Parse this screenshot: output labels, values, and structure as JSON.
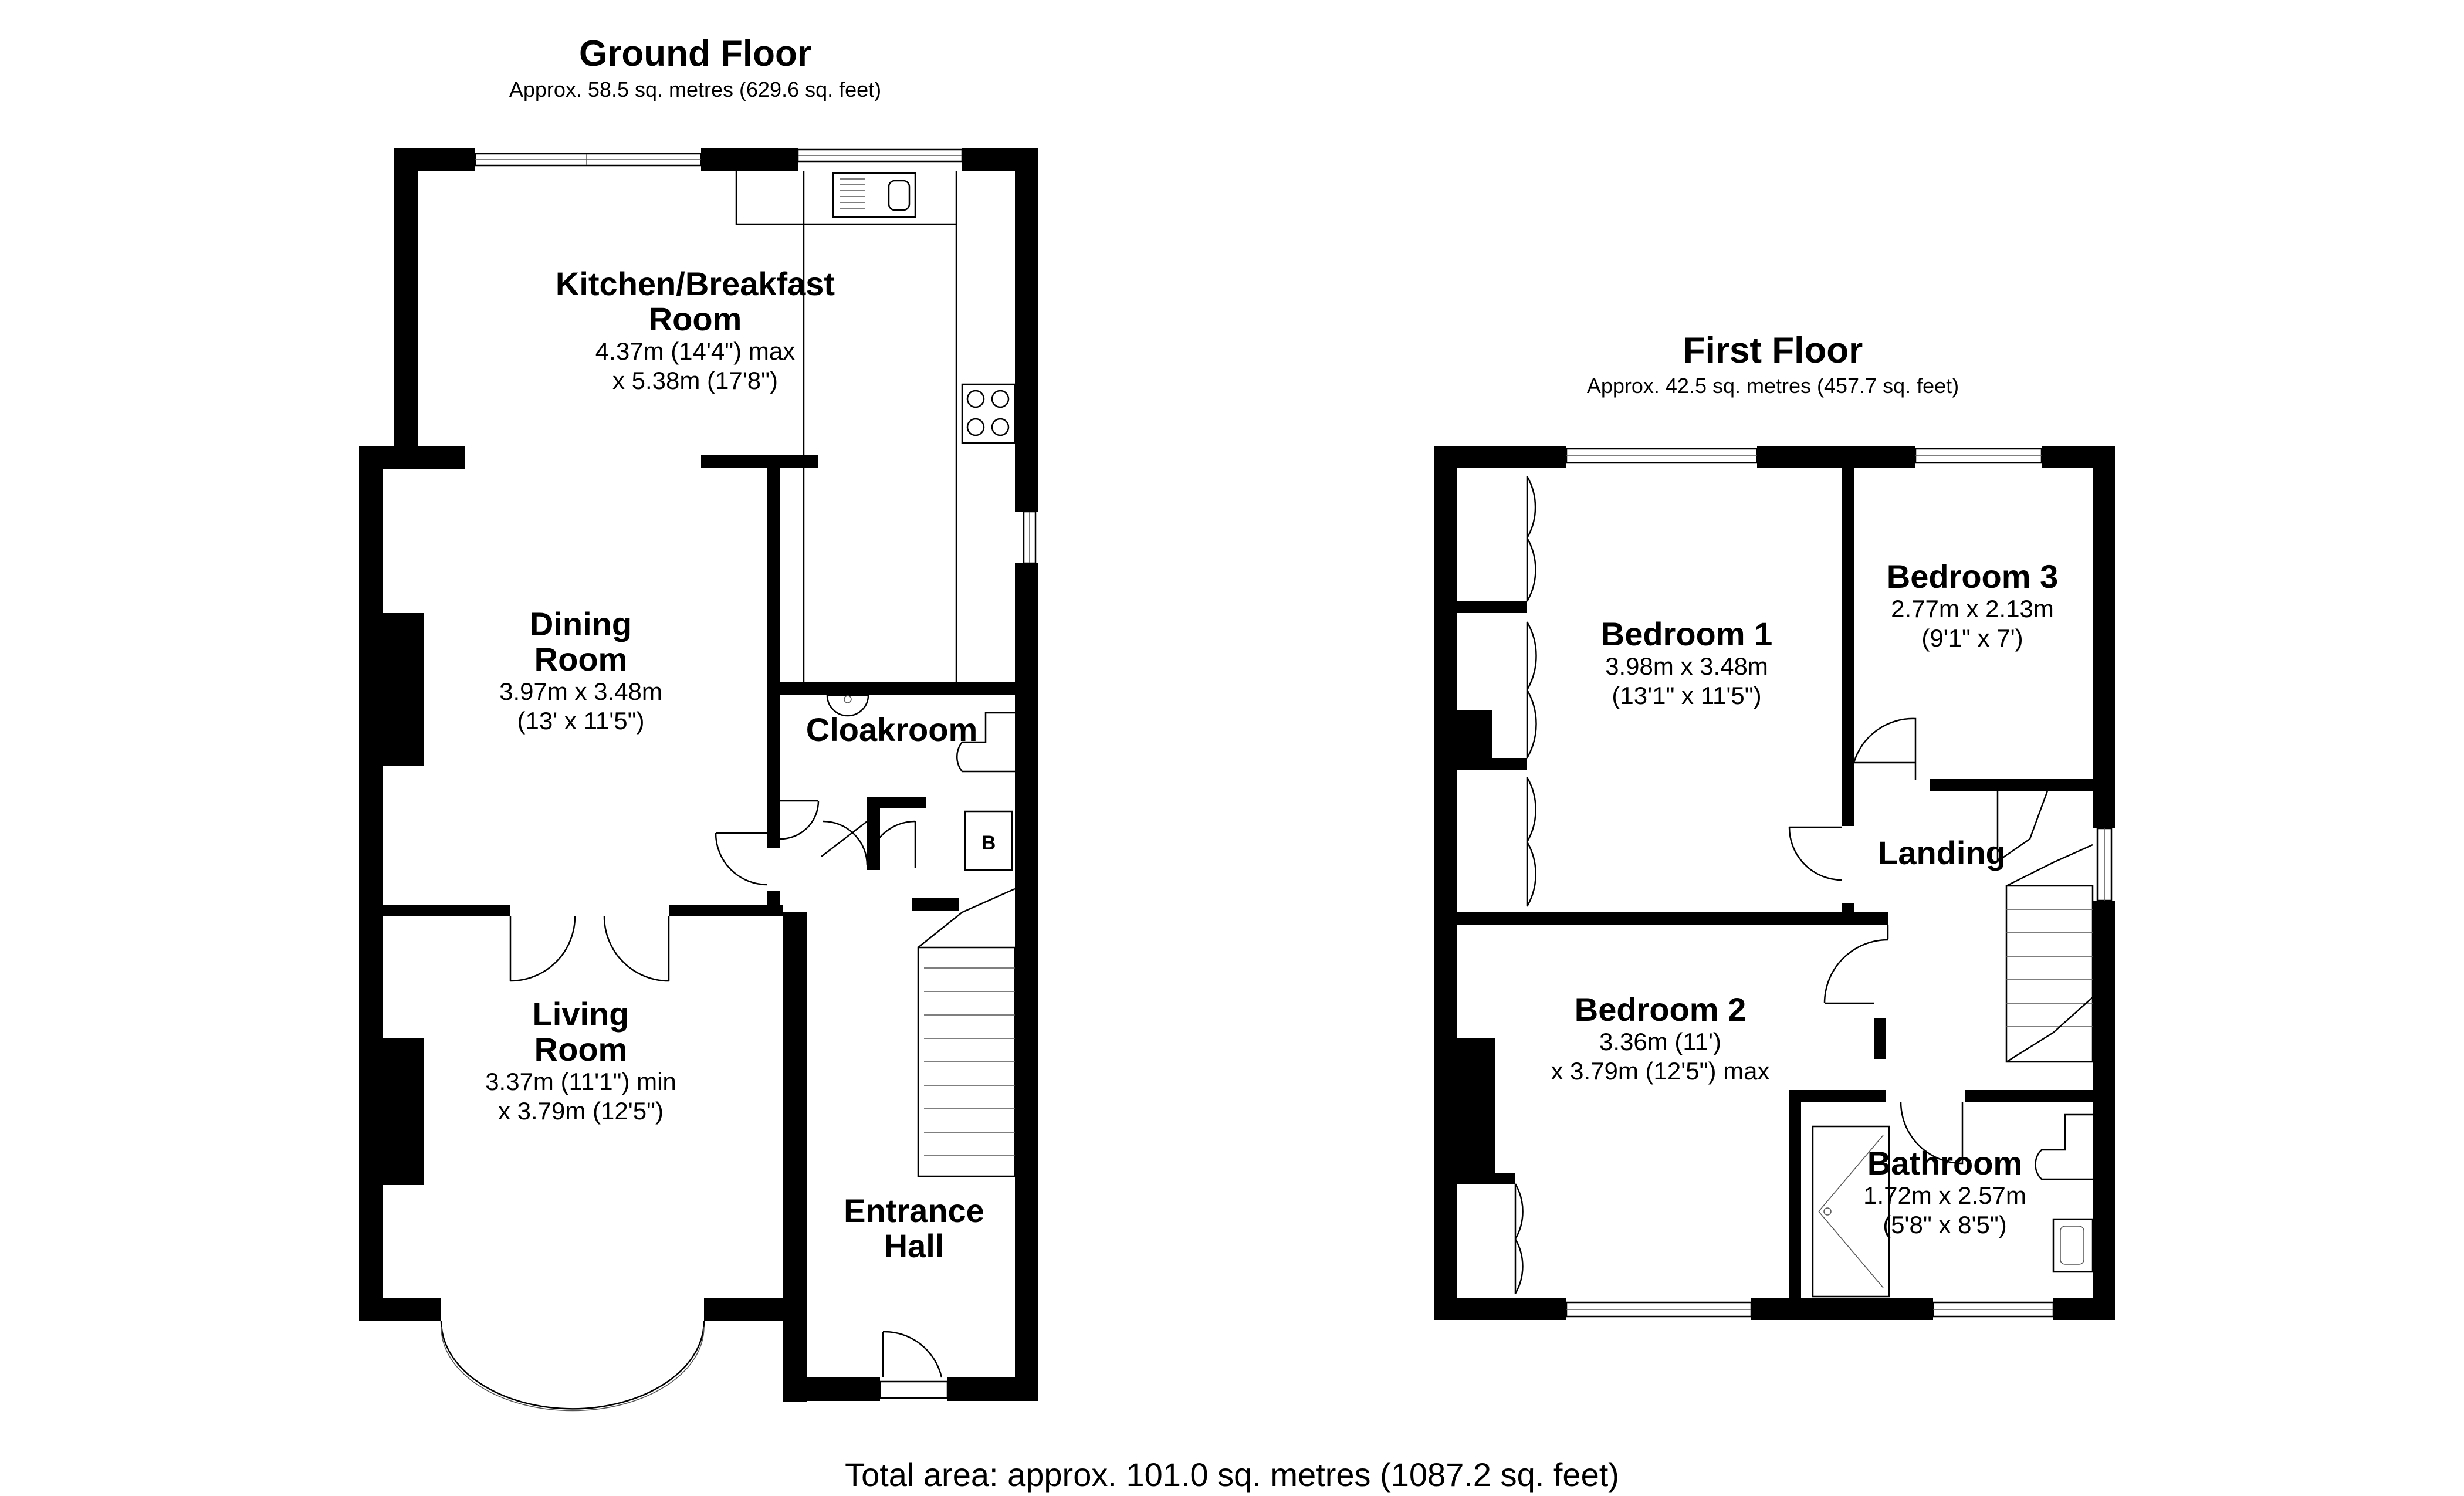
{
  "ground_floor": {
    "title": "Ground Floor",
    "area": "Approx. 58.5 sq. metres (629.6 sq. feet)",
    "rooms": {
      "kitchen": {
        "name1": "Kitchen/Breakfast",
        "name2": "Room",
        "dim1": "4.37m (14'4\") max",
        "dim2": "x 5.38m (17'8\")"
      },
      "dining": {
        "name1": "Dining",
        "name2": "Room",
        "dim1": "3.97m x 3.48m",
        "dim2": "(13' x 11'5\")"
      },
      "living": {
        "name1": "Living",
        "name2": "Room",
        "dim1": "3.37m (11'1\") min",
        "dim2": "x 3.79m (12'5\")"
      },
      "cloakroom": {
        "name1": "Cloakroom"
      },
      "entrance": {
        "name1": "Entrance",
        "name2": "Hall"
      },
      "boiler": {
        "label": "B"
      }
    }
  },
  "first_floor": {
    "title": "First Floor",
    "area": "Approx. 42.5 sq. metres (457.7 sq. feet)",
    "rooms": {
      "bedroom1": {
        "name1": "Bedroom 1",
        "dim1": "3.98m x 3.48m",
        "dim2": "(13'1\" x 11'5\")"
      },
      "bedroom2": {
        "name1": "Bedroom 2",
        "dim1": "3.36m (11')",
        "dim2": "x 3.79m (12'5\") max"
      },
      "bedroom3": {
        "name1": "Bedroom 3",
        "dim1": "2.77m x 2.13m",
        "dim2": "(9'1\" x 7')"
      },
      "landing": {
        "name1": "Landing"
      },
      "bathroom": {
        "name1": "Bathroom",
        "dim1": "1.72m x 2.57m",
        "dim2": "(5'8\" x 8'5\")"
      }
    }
  },
  "total_area": "Total area: approx. 101.0 sq. metres (1087.2 sq. feet)"
}
